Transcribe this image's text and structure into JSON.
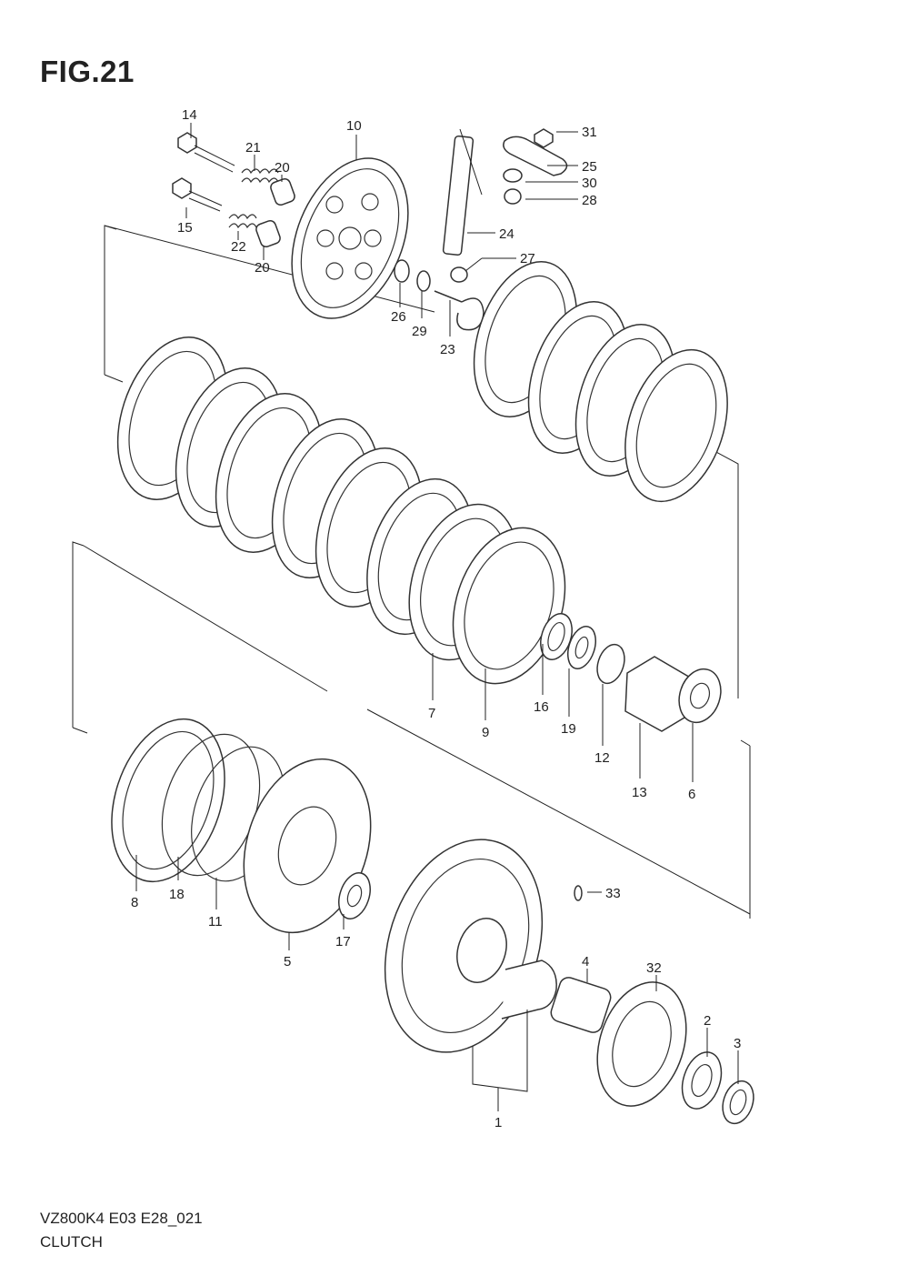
{
  "figure": {
    "title": "FIG.21"
  },
  "footer": {
    "model_code": "VZ800K4 E03 E28_021",
    "section_name": "CLUTCH"
  },
  "callouts": {
    "p1": "1",
    "p2": "2",
    "p3": "3",
    "p4": "4",
    "p5": "5",
    "p6": "6",
    "p7": "7",
    "p8": "8",
    "p9": "9",
    "p10": "10",
    "p11": "11",
    "p12": "12",
    "p13": "13",
    "p14": "14",
    "p15": "15",
    "p16": "16",
    "p17": "17",
    "p18": "18",
    "p19": "19",
    "p20a": "20",
    "p20b": "20",
    "p21": "21",
    "p22": "22",
    "p23": "23",
    "p24": "24",
    "p25": "25",
    "p26": "26",
    "p27": "27",
    "p28": "28",
    "p29": "29",
    "p30": "30",
    "p31": "31",
    "p32": "32",
    "p33": "33"
  }
}
